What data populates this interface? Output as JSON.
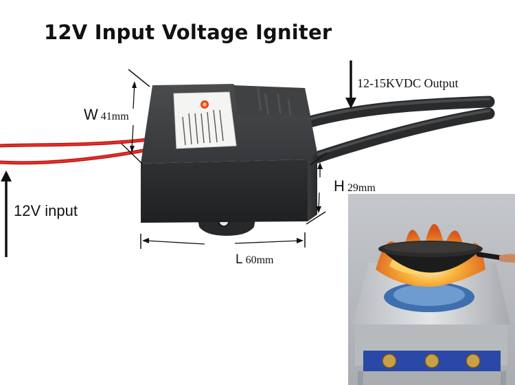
{
  "title": "12V Input Voltage Igniter",
  "dimensions": {
    "width": {
      "letter": "W",
      "value": "41mm"
    },
    "height": {
      "letter": "H",
      "value": "29mm"
    },
    "length": {
      "letter": "L",
      "value": "60mm"
    }
  },
  "output_label": "12-15KVDC Output",
  "input_label": "12V input",
  "colors": {
    "housing": "#2b2d2e",
    "wire_red": "#d8201c",
    "cable_black": "#3a3b3c",
    "flame": "#f08a1c",
    "stove_steel": "#c9ccd0",
    "stove_panel": "#2a48a8"
  }
}
